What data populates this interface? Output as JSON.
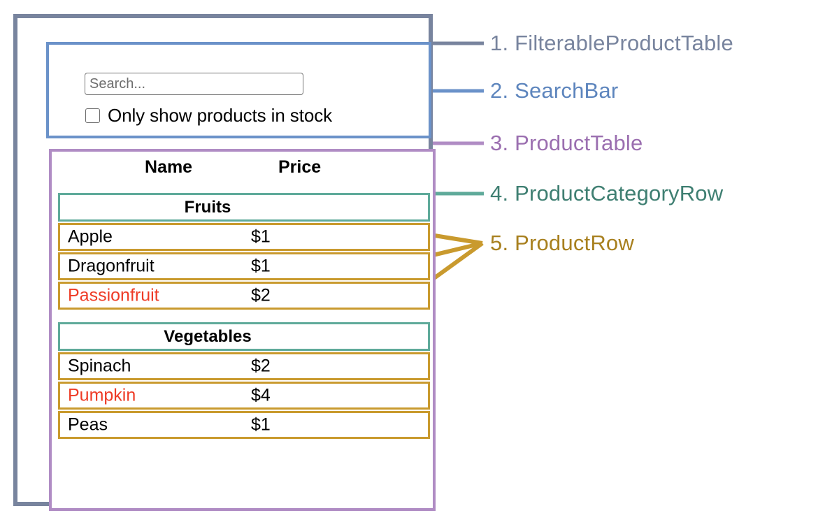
{
  "colors": {
    "outer": "#78849e",
    "searchbar": "#6b92c9",
    "producttable": "#b08cc4",
    "categoryrow": "#5faa9a",
    "productrow": "#c99a2e",
    "out_of_stock_text": "#ee3b26",
    "text": "#000000",
    "placeholder": "#6e6e6e"
  },
  "search_bar": {
    "input_value": "",
    "input_placeholder": "Search...",
    "checkbox_label": "Only show products in stock",
    "checkbox_checked": false
  },
  "product_table": {
    "columns": [
      "Name",
      "Price"
    ],
    "groups": [
      {
        "category": "Fruits",
        "products": [
          {
            "name": "Apple",
            "price": "$1",
            "in_stock": true
          },
          {
            "name": "Dragonfruit",
            "price": "$1",
            "in_stock": true
          },
          {
            "name": "Passionfruit",
            "price": "$2",
            "in_stock": false
          }
        ]
      },
      {
        "category": "Vegetables",
        "products": [
          {
            "name": "Spinach",
            "price": "$2",
            "in_stock": true
          },
          {
            "name": "Pumpkin",
            "price": "$4",
            "in_stock": false
          },
          {
            "name": "Peas",
            "price": "$1",
            "in_stock": true
          }
        ]
      }
    ]
  },
  "legend": [
    {
      "number": "1.",
      "label": "FilterableProductTable",
      "color": "#78849e"
    },
    {
      "number": "2.",
      "label": "SearchBar",
      "color": "#6b92c9"
    },
    {
      "number": "3.",
      "label": "ProductTable",
      "color": "#b08cc4"
    },
    {
      "number": "4.",
      "label": "ProductCategoryRow",
      "color": "#5faa9a"
    },
    {
      "number": "5.",
      "label": "ProductRow",
      "color": "#c99a2e"
    }
  ]
}
